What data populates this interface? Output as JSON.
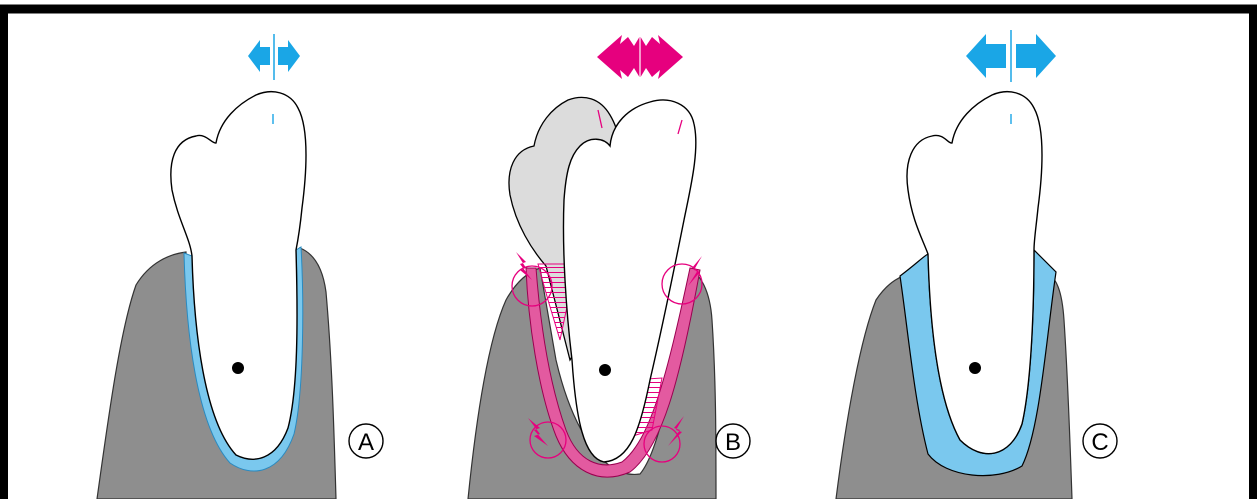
{
  "panels": [
    {
      "label": "A",
      "state": "normal"
    },
    {
      "label": "B",
      "state": "jiggling"
    },
    {
      "label": "C",
      "state": "adapted"
    }
  ],
  "colors": {
    "frame": "#000000",
    "bone": "#8e8e8e",
    "ligament_blue": "#7ac8ee",
    "ligament_edge": "#2a8ac0",
    "arrow_blue": "#1aa6e6",
    "arrow_magenta": "#e6007e",
    "tooth_fill": "#ffffff",
    "tooth_ghost": "#dcdcdc",
    "pdl_magenta": "#e35aa0"
  },
  "icons": {
    "force_normal": "double-arrow-icon",
    "force_jiggling": "zigzag-double-arrow-icon",
    "force_adapted": "double-arrow-icon",
    "pressure_zone": "lightning-icon"
  }
}
